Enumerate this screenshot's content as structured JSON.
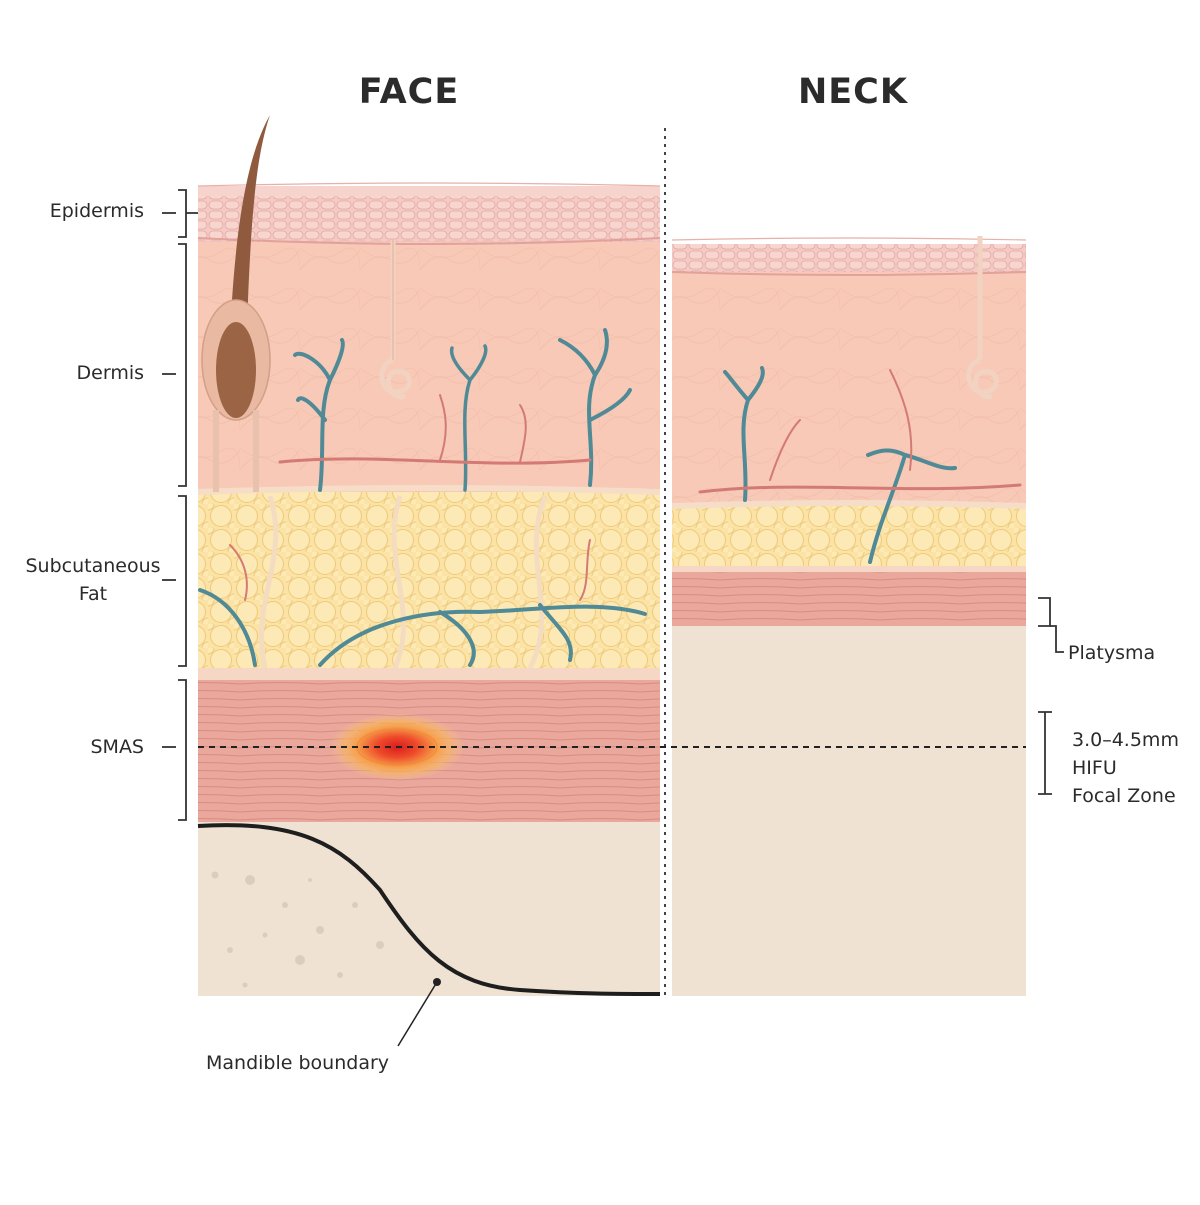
{
  "titles": {
    "face": "FACE",
    "neck": "NECK"
  },
  "layers": {
    "epidermis": "Epidermis",
    "dermis": "Dermis",
    "fat_line1": "Subcutaneous",
    "fat_line2": "Fat",
    "smas": "SMAS"
  },
  "neck_labels": {
    "platysma": "Platysma",
    "focal_line1": "3.0–4.5mm",
    "focal_line2": "HIFU",
    "focal_line3": "Focal Zone"
  },
  "annotations": {
    "mandible": "Mandible boundary"
  },
  "colors": {
    "epidermis": "#f3c6c0",
    "dermis": "#f7c9b6",
    "fat": "#fbe3a6",
    "smas": "#eba49a",
    "bone": "#efe2d2",
    "vein": "#4f8a96",
    "artery": "#d47a74",
    "focal_hot": "#e53a2a"
  }
}
